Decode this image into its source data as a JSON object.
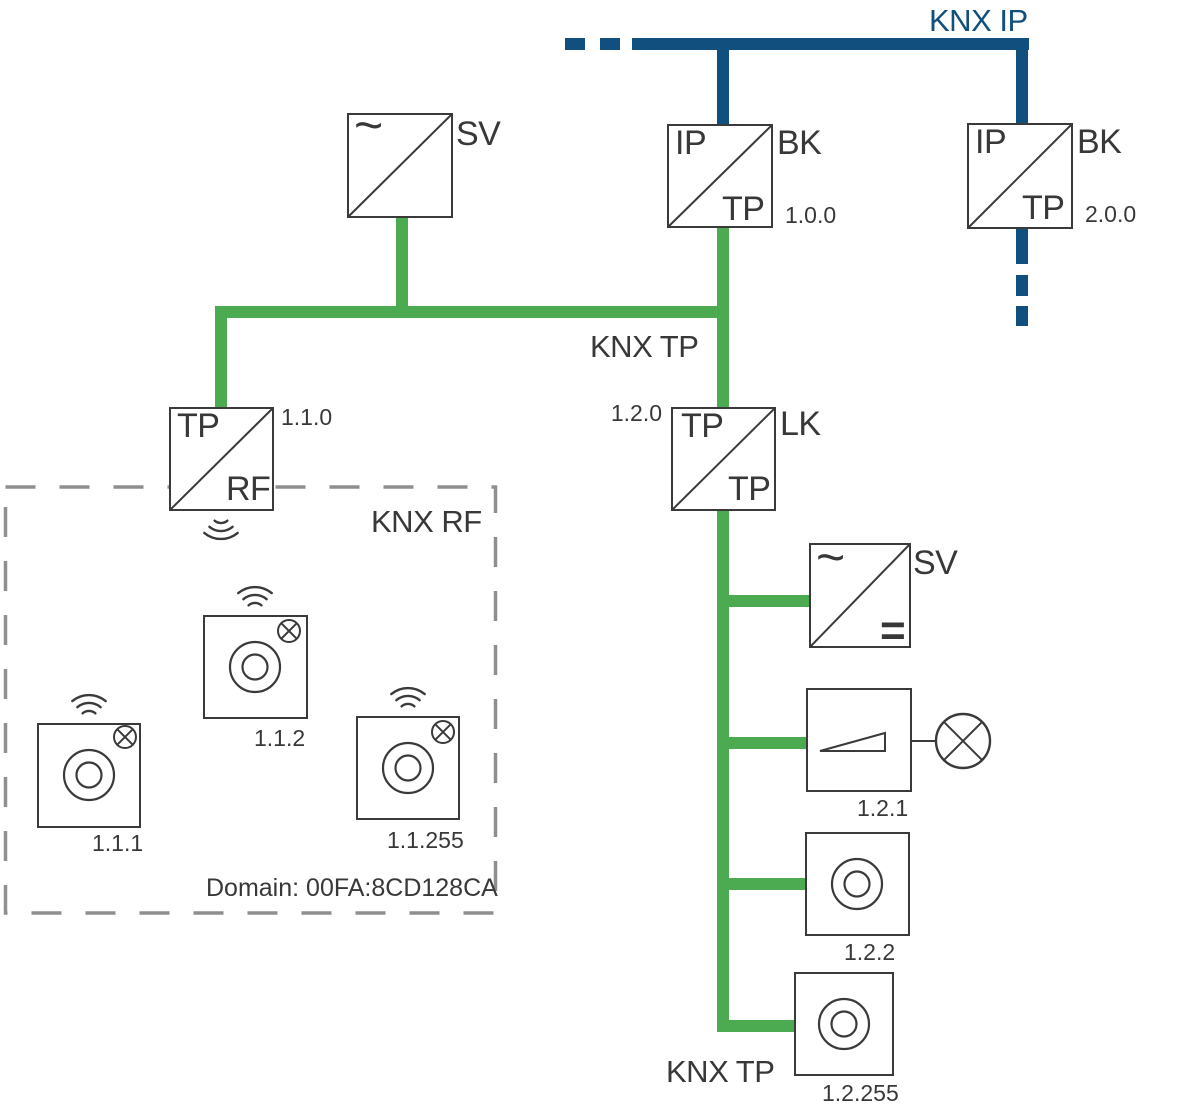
{
  "labels": {
    "knx_ip": "KNX IP",
    "knx_tp_main": "KNX TP",
    "knx_tp_line2": "KNX TP",
    "knx_rf": "KNX RF",
    "rf_domain": "Domain: 00FA:8CD128CA"
  },
  "colors": {
    "ip_blue": "#11507E",
    "tp_green": "#4CAA50",
    "rf_gray": "#8F8F8F",
    "outline_dark": "#3A3A3A"
  },
  "devices": {
    "power_supply_main": {
      "symbol_ac": "~",
      "label": "SV"
    },
    "backbone_coupler_1": {
      "port_top": "IP",
      "port_bottom": "TP",
      "label": "BK",
      "address": "1.0.0"
    },
    "backbone_coupler_2": {
      "port_top": "IP",
      "port_bottom": "TP",
      "label": "BK",
      "address": "2.0.0"
    },
    "media_coupler_110": {
      "port_top": "TP",
      "port_bottom": "RF",
      "address": "1.1.0"
    },
    "line_coupler_120": {
      "port_top": "TP",
      "port_bottom": "TP",
      "label": "LK",
      "address": "1.2.0"
    },
    "power_supply_line2": {
      "symbol_ac": "~",
      "symbol_dc": "=",
      "label": "SV"
    },
    "rf_device_111": {
      "address": "1.1.1"
    },
    "rf_device_112": {
      "address": "1.1.2"
    },
    "rf_device_1255": {
      "address": "1.1.255"
    },
    "dimmer_121": {
      "address": "1.2.1"
    },
    "pushbutton_122": {
      "address": "1.2.2"
    },
    "pushbutton_12255": {
      "address": "1.2.255"
    }
  }
}
